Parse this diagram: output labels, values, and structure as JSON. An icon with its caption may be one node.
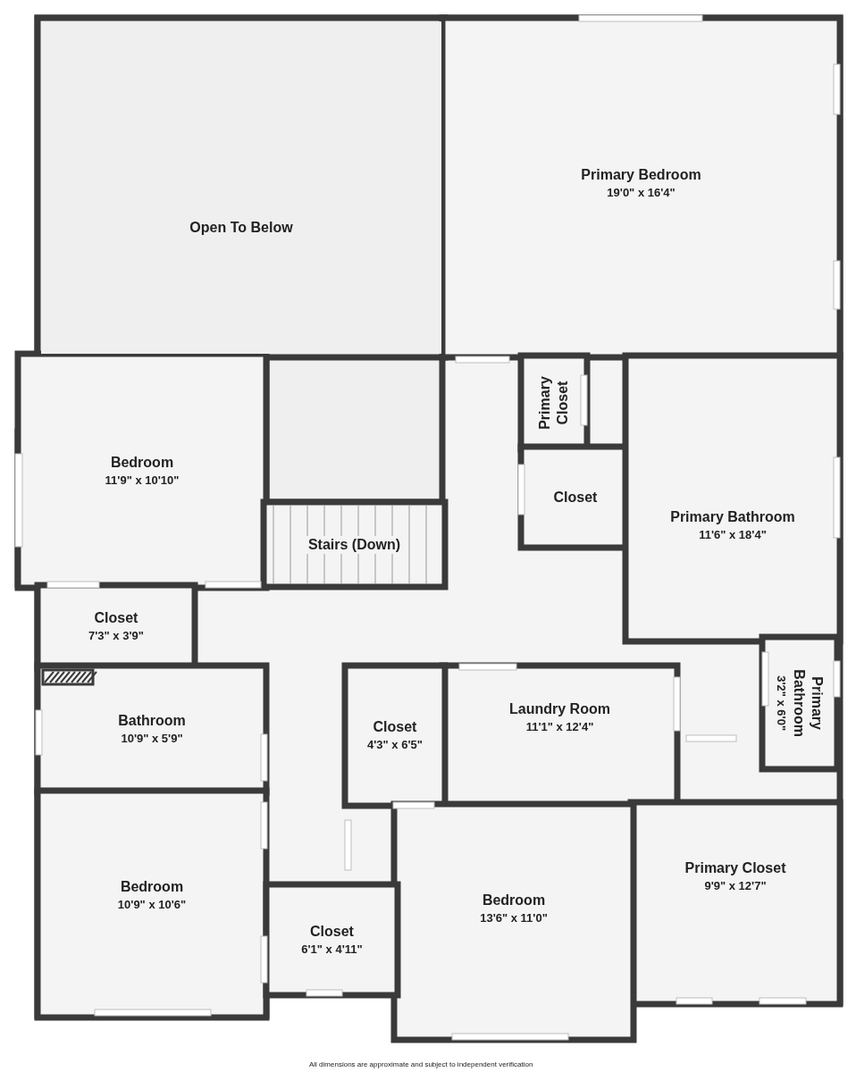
{
  "diagram": {
    "nodes": [
      {
        "text": [
          "Open To Below"
        ]
      },
      {
        "text": [
          "Primary Bedroom",
          "19'0\" x 16'4\""
        ]
      },
      {
        "text": [
          "Primary Closet"
        ]
      },
      {
        "text": [
          "Bedroom",
          "11'9\" x 10'10\""
        ]
      },
      {
        "text": [
          "Closet"
        ]
      },
      {
        "text": [
          "Primary Bathroom",
          "11'6\" x 18'4\""
        ]
      },
      {
        "text": [
          "Stairs (Down)"
        ]
      },
      {
        "text": [
          "Closet",
          "7'3\" x 3'9\""
        ]
      },
      {
        "text": [
          "Primary Bathroom",
          "3'2\" x 6'0\""
        ]
      },
      {
        "text": [
          "Laundry Room",
          "11'1\" x 12'4\""
        ]
      },
      {
        "text": [
          "Bathroom",
          "10'9\" x 5'9\""
        ]
      },
      {
        "text": [
          "Closet",
          "4'3\" x 6'5\""
        ]
      },
      {
        "text": [
          "Primary Closet",
          "9'9\" x 12'7\""
        ]
      },
      {
        "text": [
          "Bedroom",
          "10'9\" x 10'6\""
        ]
      },
      {
        "text": [
          "Bedroom",
          "13'6\" x 11'0\""
        ]
      },
      {
        "text": [
          "Closet",
          "6'1\" x 4'11\""
        ]
      }
    ],
    "labels": [
      "All dimensions are approximate and subject to independent verification"
    ]
  }
}
